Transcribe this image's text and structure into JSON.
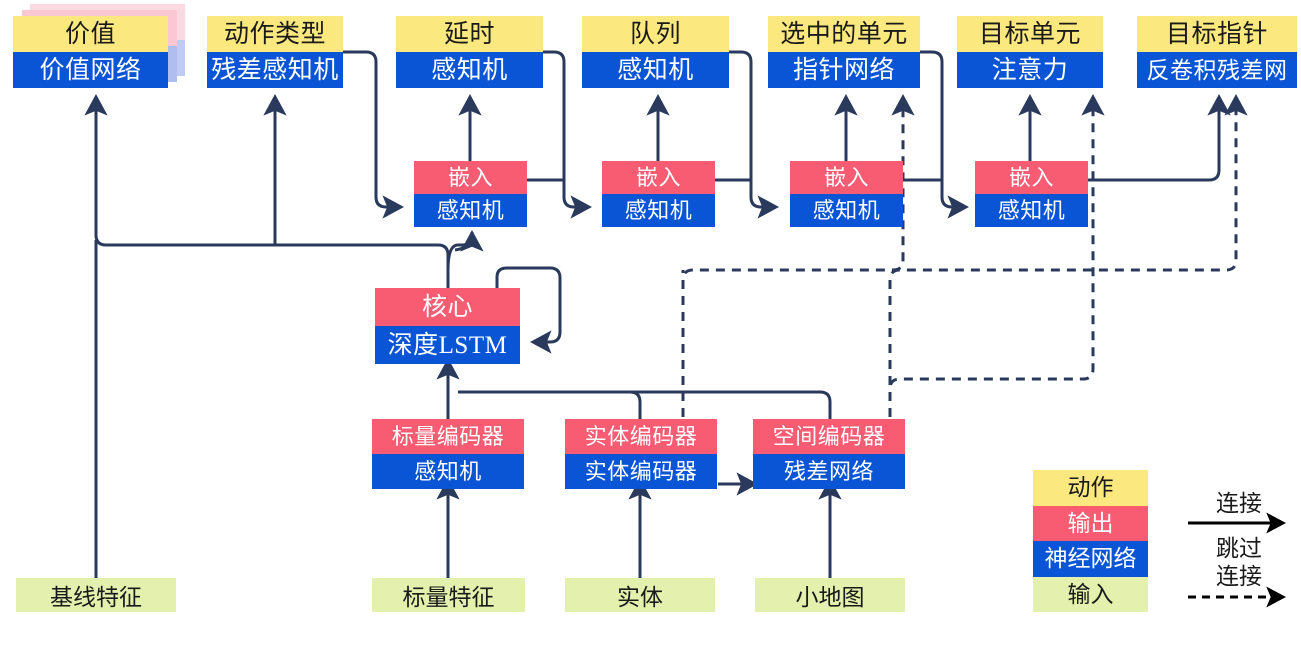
{
  "diagram": {
    "title": "AlphaStar-style agent architecture diagram",
    "colors": {
      "action": "#FBE87F",
      "output": "#F75C72",
      "network": "#0A55D6",
      "input": "#E4F0AE",
      "wire": "#2A3A5C"
    }
  },
  "outputs": [
    {
      "id": "value",
      "action": "价值",
      "network": "价值网络",
      "stacked": true
    },
    {
      "id": "action_type",
      "action": "动作类型",
      "network": "残差感知机",
      "stacked": false
    },
    {
      "id": "delay",
      "action": "延时",
      "network": "感知机",
      "stacked": false
    },
    {
      "id": "queue",
      "action": "队列",
      "network": "感知机",
      "stacked": false
    },
    {
      "id": "selected",
      "action": "选中的单元",
      "network": "指针网络",
      "stacked": false
    },
    {
      "id": "target_unit",
      "action": "目标单元",
      "network": "注意力",
      "stacked": false
    },
    {
      "id": "target_point",
      "action": "目标指针",
      "network": "反卷积残差网",
      "stacked": false
    }
  ],
  "embeddings": [
    {
      "id": "emb1",
      "output": "嵌入",
      "network": "感知机"
    },
    {
      "id": "emb2",
      "output": "嵌入",
      "network": "感知机"
    },
    {
      "id": "emb3",
      "output": "嵌入",
      "network": "感知机"
    },
    {
      "id": "emb4",
      "output": "嵌入",
      "network": "感知机"
    }
  ],
  "core": {
    "id": "core",
    "output": "核心",
    "network": "深度LSTM"
  },
  "encoders": [
    {
      "id": "scalar_encoder",
      "output": "标量编码器",
      "network": "感知机"
    },
    {
      "id": "entity_encoder",
      "output": "实体编码器",
      "network": "实体编码器"
    },
    {
      "id": "spatial_encoder",
      "output": "空间编码器",
      "network": "残差网络"
    }
  ],
  "inputs": [
    {
      "id": "baseline_features",
      "label": "基线特征"
    },
    {
      "id": "scalar_features",
      "label": "标量特征"
    },
    {
      "id": "entities",
      "label": "实体"
    },
    {
      "id": "minimap",
      "label": "小地图"
    }
  ],
  "legend": {
    "swatches": [
      {
        "id": "legend-action",
        "label": "动作"
      },
      {
        "id": "legend-output",
        "label": "输出"
      },
      {
        "id": "legend-network",
        "label": "神经网络"
      },
      {
        "id": "legend-input",
        "label": "输入"
      }
    ],
    "connection_label": "连接",
    "skip_label_line1": "跳过",
    "skip_label_line2": "连接"
  }
}
